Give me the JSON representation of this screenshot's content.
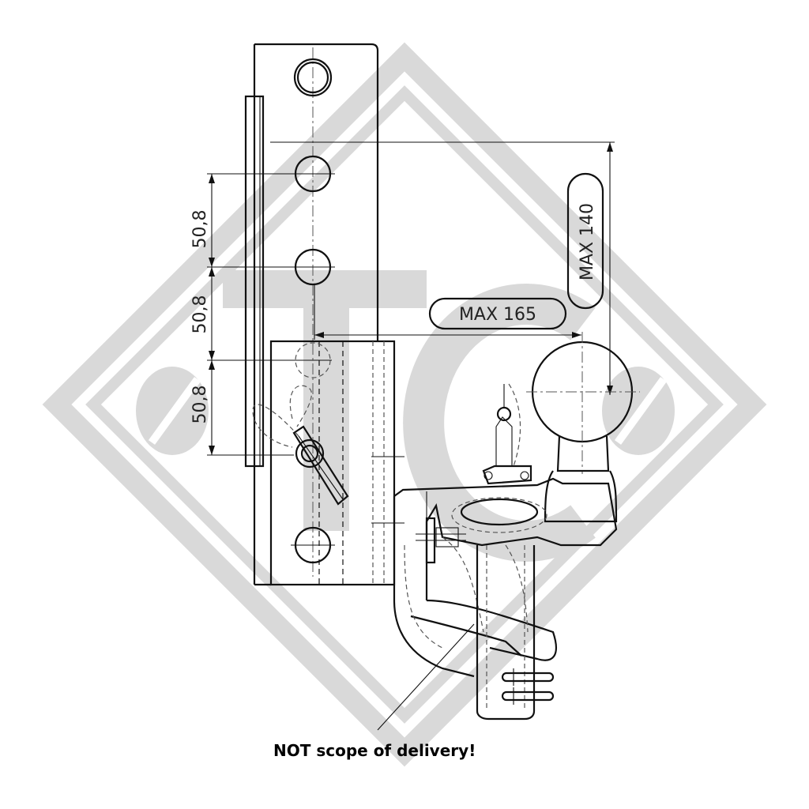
{
  "watermark": {
    "letters": "TC",
    "color": "#d9d9d9"
  },
  "dimensions": {
    "pitch_1": "50,8",
    "pitch_2": "50,8",
    "pitch_3": "50,8",
    "max_height": "MAX 140",
    "max_reach": "MAX 165"
  },
  "note": "NOT scope of delivery!",
  "colors": {
    "line": "#111111",
    "watermark": "#d9d9d9",
    "background": "#ffffff"
  }
}
